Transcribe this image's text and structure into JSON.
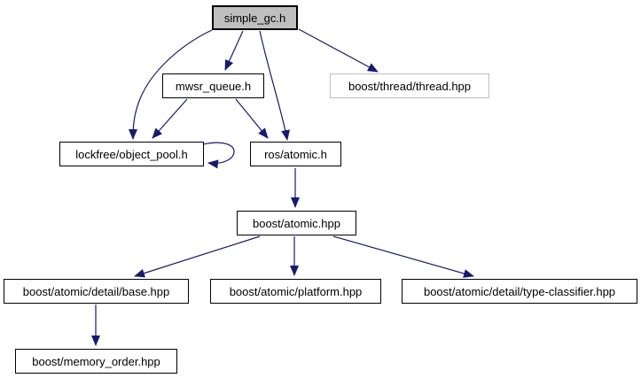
{
  "graph": {
    "kind": "include-dependency-graph",
    "background_color": "#ffffff",
    "edge_color": "#191970",
    "current_node_fill": "#bfbfbf",
    "node_border_color": "#000000",
    "external_node_border_color": "#bebebe",
    "nodes": [
      {
        "id": "simple_gc",
        "label": "simple_gc.h",
        "role": "current"
      },
      {
        "id": "mwsr_queue",
        "label": "mwsr_queue.h",
        "role": "internal"
      },
      {
        "id": "boost_thread",
        "label": "boost/thread/thread.hpp",
        "role": "external"
      },
      {
        "id": "object_pool",
        "label": "lockfree/object_pool.h",
        "role": "internal"
      },
      {
        "id": "ros_atomic",
        "label": "ros/atomic.h",
        "role": "internal"
      },
      {
        "id": "boost_atomic",
        "label": "boost/atomic.hpp",
        "role": "internal"
      },
      {
        "id": "base_hpp",
        "label": "boost/atomic/detail/base.hpp",
        "role": "internal"
      },
      {
        "id": "platform_hpp",
        "label": "boost/atomic/platform.hpp",
        "role": "internal"
      },
      {
        "id": "type_classifier",
        "label": "boost/atomic/detail/type-classifier.hpp",
        "role": "internal"
      },
      {
        "id": "memory_order",
        "label": "boost/memory_order.hpp",
        "role": "internal"
      }
    ],
    "edges": [
      {
        "from": "simple_gc",
        "to": "mwsr_queue"
      },
      {
        "from": "simple_gc",
        "to": "object_pool"
      },
      {
        "from": "simple_gc",
        "to": "ros_atomic"
      },
      {
        "from": "simple_gc",
        "to": "boost_thread"
      },
      {
        "from": "mwsr_queue",
        "to": "object_pool"
      },
      {
        "from": "mwsr_queue",
        "to": "ros_atomic"
      },
      {
        "from": "object_pool",
        "to": "object_pool"
      },
      {
        "from": "ros_atomic",
        "to": "boost_atomic"
      },
      {
        "from": "boost_atomic",
        "to": "base_hpp"
      },
      {
        "from": "boost_atomic",
        "to": "platform_hpp"
      },
      {
        "from": "boost_atomic",
        "to": "type_classifier"
      },
      {
        "from": "base_hpp",
        "to": "memory_order"
      }
    ]
  }
}
